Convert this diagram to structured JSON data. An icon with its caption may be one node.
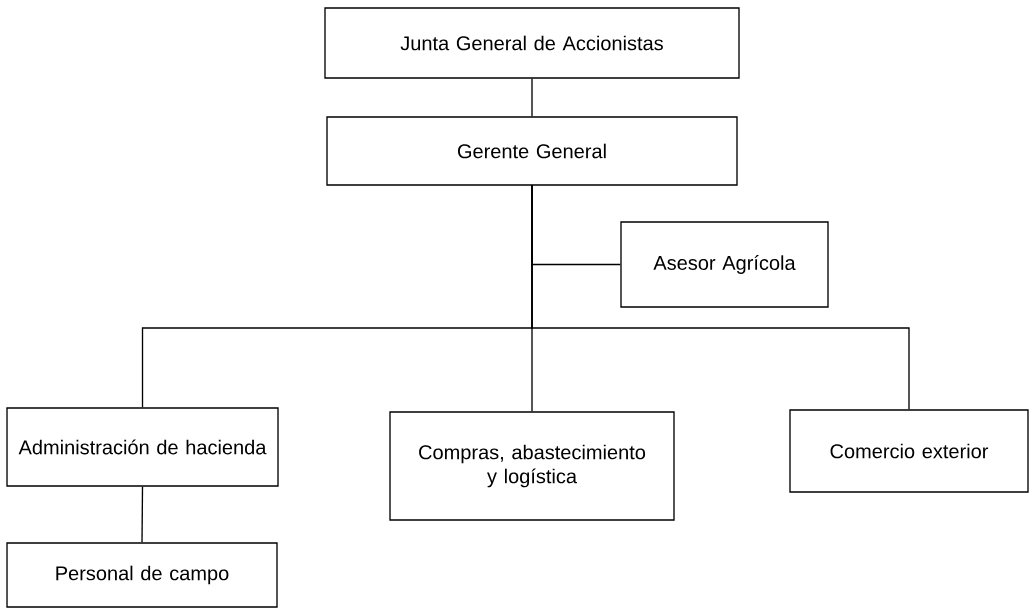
{
  "diagram": {
    "nodes": [
      {
        "text": [
          "Junta General de Accionistas"
        ]
      },
      {
        "text": [
          "Gerente General"
        ]
      },
      {
        "text": [
          "Asesor Agrícola"
        ]
      },
      {
        "text": [
          "Administración de hacienda"
        ]
      },
      {
        "text": [
          "Compras, abastecimiento y logística"
        ]
      },
      {
        "text": [
          "Comercio exterior"
        ]
      },
      {
        "text": [
          "Personal de campo"
        ]
      }
    ],
    "edges": [
      {
        "from": 0,
        "to": 1,
        "arrow": "none"
      },
      {
        "from": 1,
        "to": 2,
        "arrow": "none"
      },
      {
        "from": 1,
        "to": 3,
        "arrow": "none"
      },
      {
        "from": 1,
        "to": 4,
        "arrow": "none"
      },
      {
        "from": 1,
        "to": 5,
        "arrow": "none"
      },
      {
        "from": 3,
        "to": 6,
        "arrow": "none"
      }
    ]
  }
}
